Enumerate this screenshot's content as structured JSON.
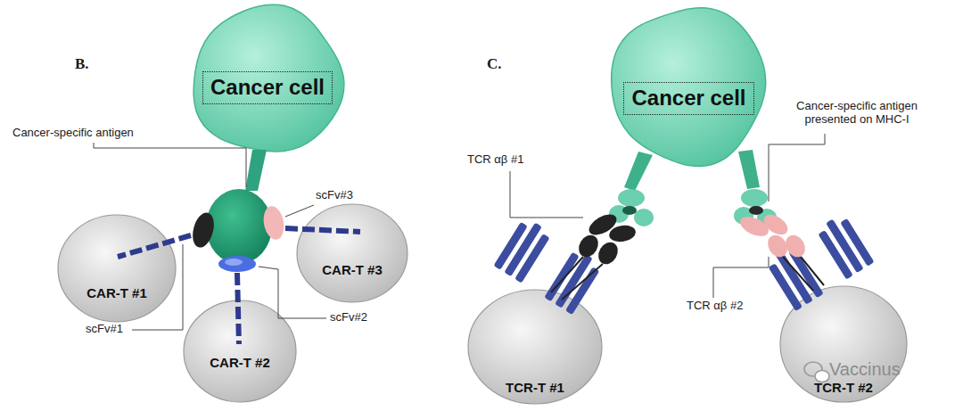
{
  "diagram": {
    "nodes": [
      {
        "text": [
          "Cancer cell"
        ]
      },
      {
        "text": [
          "CAR-T #1"
        ]
      },
      {
        "text": [
          "CAR-T #3"
        ]
      },
      {
        "text": [
          "CAR-T #2"
        ]
      },
      {
        "text": [
          "Cancer cell"
        ]
      },
      {
        "text": [
          "TCR-T #1"
        ]
      },
      {
        "text": [
          "TCR-T #2"
        ]
      }
    ],
    "labels": [
      "B.",
      "Cancer-specific antigen",
      "scFv#3",
      "scFv#1",
      "scFv#2",
      "C.",
      "TCR αβ #1",
      "Cancer-specific antigen presented on MHC-I",
      "TCR αβ #2",
      "Vaccinus"
    ]
  }
}
